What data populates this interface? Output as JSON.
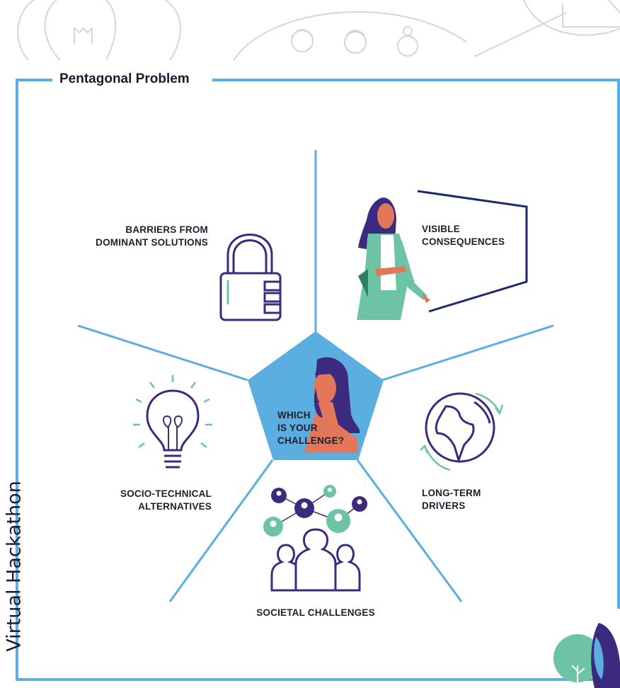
{
  "colors": {
    "frame": "#5aaee0",
    "pentagon": "#5aaee0",
    "purple": "#3b2a7e",
    "teal": "#6cc4a4",
    "skin": "#e27759",
    "navy": "#1e2a6e",
    "sketch": "#d6d6d6"
  },
  "frame_title": "Pentagonal Problem",
  "side_title": "Virtual Hackathon",
  "center": {
    "lines": [
      "WHICH",
      "IS YOUR",
      "CHALLENGE?"
    ],
    "icon": "woman-portrait-icon"
  },
  "sections": [
    {
      "id": "barriers",
      "lines": [
        "BARRIERS FROM",
        "DOMINANT SOLUTIONS"
      ],
      "icon": "padlock-icon"
    },
    {
      "id": "consequences",
      "lines": [
        "VISIBLE",
        "CONSEQUENCES"
      ],
      "icon": "presenter-woman-icon"
    },
    {
      "id": "drivers",
      "lines": [
        "LONG-TERM",
        "DRIVERS"
      ],
      "icon": "globe-icon"
    },
    {
      "id": "societal",
      "lines": [
        "SOCIETAL CHALLENGES"
      ],
      "icon": "people-network-icon"
    },
    {
      "id": "alternatives",
      "lines": [
        "SOCIO-TECHNICAL",
        "ALTERNATIVES"
      ],
      "icon": "lightbulb-icon"
    }
  ],
  "decor": [
    "sketch-lightbulb-icon",
    "sketch-faces-icon",
    "sketch-arrow-icon",
    "trees-logo-icon"
  ]
}
